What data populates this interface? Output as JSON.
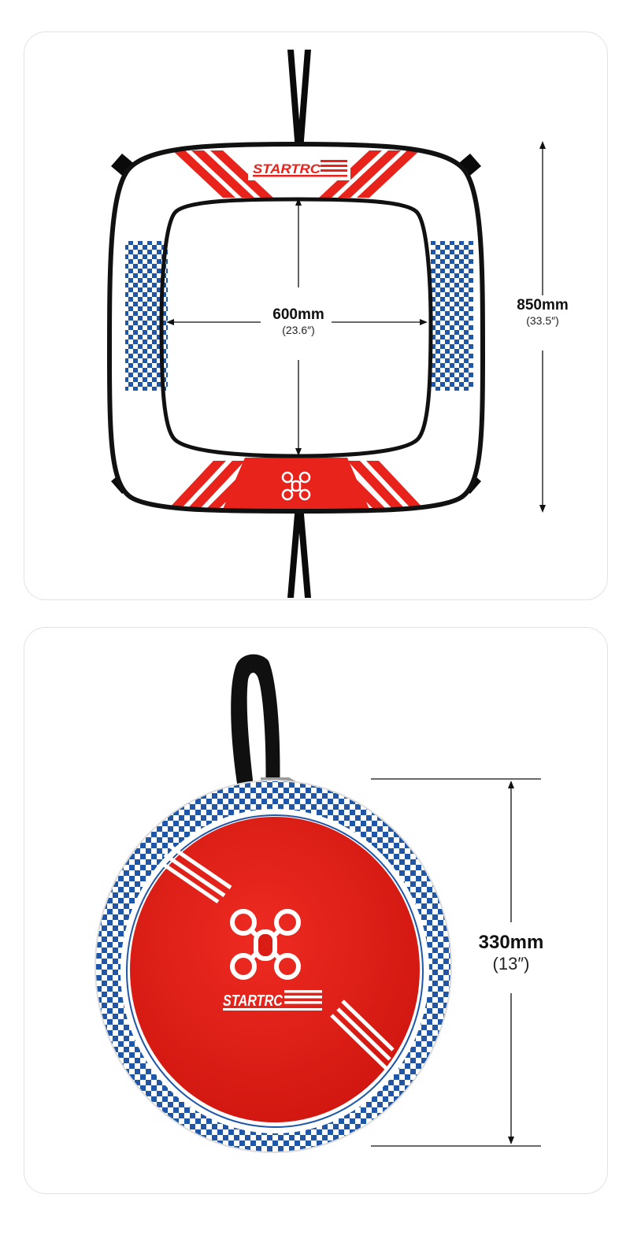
{
  "colors": {
    "red": "#e8231c",
    "blue": "#1f56a8",
    "black": "#0a0a0a",
    "outline": "#111111"
  },
  "gate": {
    "brand": "STARTRC",
    "inner_width": {
      "value": "600mm",
      "imperial": "(23.6″)"
    },
    "outer_height": {
      "value": "850mm",
      "imperial": "(33.5″)"
    },
    "icons": [
      "drone-icon"
    ]
  },
  "bag": {
    "brand": "STARTRC",
    "diameter": {
      "value": "330mm",
      "imperial": "(13″)"
    },
    "icons": [
      "drone-icon"
    ]
  }
}
